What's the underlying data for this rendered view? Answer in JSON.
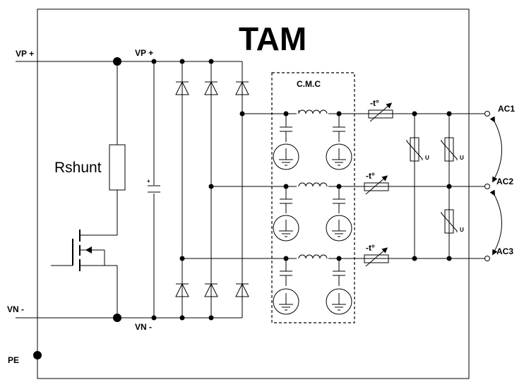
{
  "title": "TAM",
  "labels": {
    "vp_plus_left": "VP +",
    "vn_minus_left": "VN -",
    "pe": "PE",
    "vp_plus_inner": "VP +",
    "vn_minus_inner": "VN -",
    "rshunt": "Rshunt",
    "cmc": "C.M.C",
    "ac1": "AC1",
    "ac2": "AC2",
    "ac3": "AC3",
    "ntc1": "-t°",
    "ntc2": "-t°",
    "ntc3": "-t°",
    "cap_plus": "+",
    "varistor1": "U",
    "varistor2": "U",
    "varistor3": "U"
  }
}
